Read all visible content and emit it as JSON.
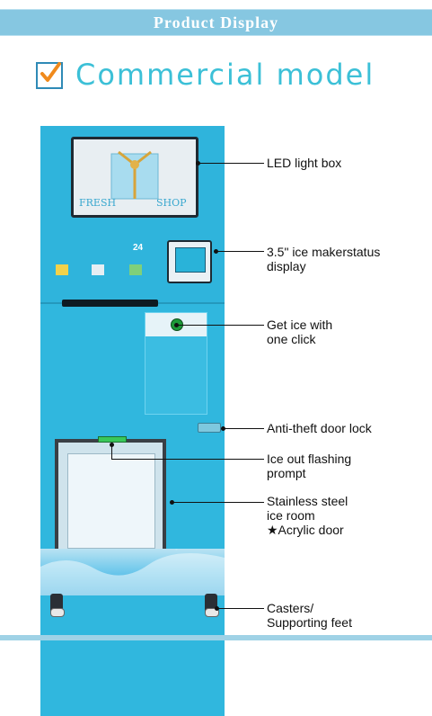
{
  "banner": {
    "title": "Product Display"
  },
  "heading": {
    "title": "Commercial model"
  },
  "machine": {
    "lightbox_text_left": "FRESH",
    "lightbox_text_right": "SHOP",
    "screen_badge": "24"
  },
  "callouts": [
    {
      "lines": [
        "LED light box"
      ]
    },
    {
      "lines": [
        "3.5\" ice makerstatus",
        "display"
      ]
    },
    {
      "lines": [
        "Get ice with",
        "one click"
      ]
    },
    {
      "lines": [
        "Anti-theft door lock"
      ]
    },
    {
      "lines": [
        "Ice out flashing",
        "prompt"
      ]
    },
    {
      "lines": [
        "Stainless steel",
        "ice room",
        "★Acrylic door"
      ]
    },
    {
      "lines": [
        "Casters/",
        "Supporting feet"
      ]
    }
  ],
  "colors": {
    "banner": "#86c7e1",
    "heading": "#3cc0d7",
    "machine": "#30b7de",
    "check": "#f08a1c"
  }
}
